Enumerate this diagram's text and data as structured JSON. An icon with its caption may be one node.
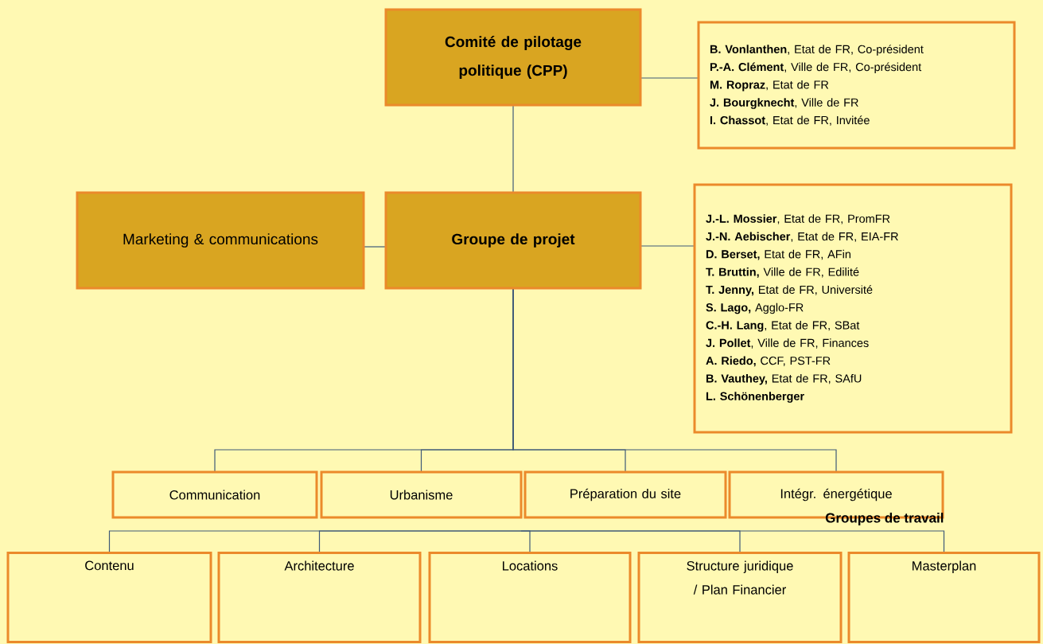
{
  "diagram": {
    "nodes": [
      {
        "text": [
          "Comité de pilotage politique (CPP)"
        ]
      },
      {
        "text": [
          "**B. Vonlanthen**, Etat de FR, Co-président",
          "**P.-A. Clément**, Ville de FR, Co-président",
          "**M. Ropraz**, Etat de FR",
          "**J. Bourgknecht**, Ville de FR",
          "**I. Chassot**, Etat de FR, Invitée"
        ]
      },
      {
        "text": [
          "Marketing & communications"
        ]
      },
      {
        "text": [
          "Groupe de projet"
        ]
      },
      {
        "text": [
          "**J.-L. Mossier**, Etat de FR, PromFR",
          "**J.-N. Aebischer**, Etat de FR, EIA-FR",
          "**D. Berset,** Etat de FR, AFin",
          "**T. Bruttin,** Ville de FR, Edilité",
          "**T. Jenny,** Etat de FR, Université",
          "**S. Lago,** Agglo-FR",
          "**C.-H. Lang**, Etat de FR, SBat",
          "**J. Pollet**, Ville de FR, Finances",
          "**A. Riedo,** CCF, PST-FR",
          "**B. Vauthey,** Etat de FR, SAfU",
          "**L. Schönenberger**"
        ]
      },
      {
        "text": [
          "Communication"
        ]
      },
      {
        "text": [
          "Urbanisme"
        ]
      },
      {
        "text": [
          "Préparation du site"
        ]
      },
      {
        "text": [
          "Intégr. énergétique"
        ]
      },
      {
        "text": [
          "Contenu"
        ]
      },
      {
        "text": [
          "Architecture"
        ]
      },
      {
        "text": [
          "Locations"
        ]
      },
      {
        "text": [
          "Structure juridique / Plan Financier"
        ]
      },
      {
        "text": [
          "Masterplan"
        ]
      }
    ],
    "edges": [
      {
        "from": 0,
        "to": 1,
        "arrow": "none"
      },
      {
        "from": 0,
        "to": 3,
        "arrow": "none"
      },
      {
        "from": 2,
        "to": 3,
        "arrow": "none"
      },
      {
        "from": 3,
        "to": 4,
        "arrow": "none"
      },
      {
        "from": 3,
        "to": 5,
        "arrow": "none"
      },
      {
        "from": 3,
        "to": 6,
        "arrow": "none"
      },
      {
        "from": 3,
        "to": 7,
        "arrow": "none"
      },
      {
        "from": 3,
        "to": 8,
        "arrow": "none"
      },
      {
        "from": null,
        "to": 9,
        "arrow": "none"
      },
      {
        "from": null,
        "to": 10,
        "arrow": "none"
      },
      {
        "from": null,
        "to": 11,
        "arrow": "none"
      },
      {
        "from": null,
        "to": 12,
        "arrow": "none"
      },
      {
        "from": null,
        "to": 13,
        "arrow": "none"
      }
    ],
    "labels": [
      "Groupes de travail"
    ]
  }
}
